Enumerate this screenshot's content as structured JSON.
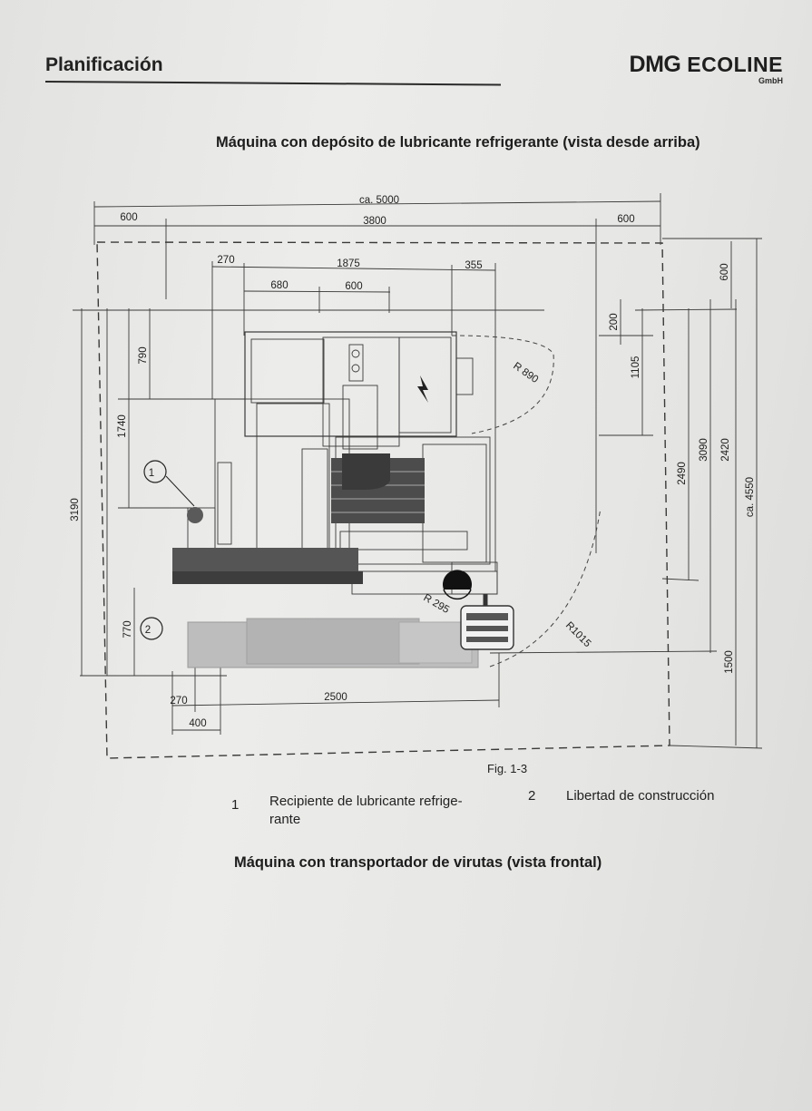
{
  "header": {
    "section": "Planificación",
    "brand_main": "DMG",
    "brand_second": "ECOLINE",
    "brand_sub": "GmbH"
  },
  "titles": {
    "top_view": "Máquina con depósito de lubricante refrigerante (vista desde arriba)",
    "front_view": "Máquina con transportador de virutas (vista frontal)"
  },
  "figure": {
    "caption": "Fig. 1-3",
    "dimensions": {
      "total_width": "ca. 5000",
      "left_clearance": "600",
      "machine_width": "3800",
      "right_clearance": "600",
      "offset_270_top": "270",
      "width_1875": "1875",
      "offset_355": "355",
      "width_680": "680",
      "width_600_mid": "600",
      "height_790": "790",
      "height_1740": "1740",
      "height_3190": "3190",
      "height_770": "770",
      "top_clearance": "600",
      "height_200": "200",
      "height_1105": "1105",
      "height_2490": "2490",
      "height_3090": "3090",
      "height_2420": "2420",
      "total_depth": "ca. 4550",
      "height_1500": "1500",
      "radius_890": "R 890",
      "radius_295": "R 295",
      "radius_1015": "R1015",
      "offset_270_bottom": "270",
      "length_2500": "2500",
      "width_400": "400"
    },
    "markers": {
      "m1": "1",
      "m2": "2"
    }
  },
  "legend": [
    {
      "num": "1",
      "text": "Recipiente de lubricante refrige-\nrante"
    },
    {
      "num": "2",
      "text": "Libertad de construcción"
    }
  ]
}
